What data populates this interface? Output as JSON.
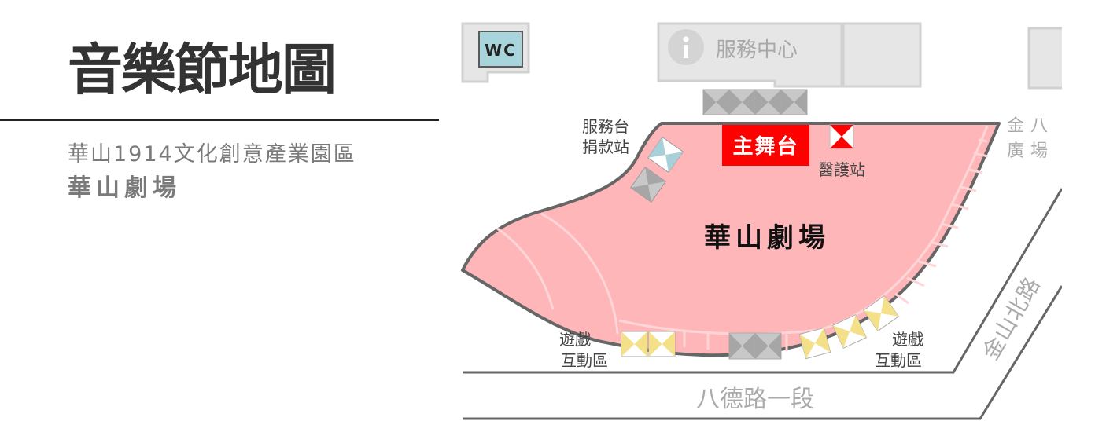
{
  "header": {
    "title": "音樂節地圖",
    "subtitle": "華山1914文化創意產業園區",
    "venue": "華山劇場"
  },
  "map": {
    "colors": {
      "venue_fill": "#ffb6b8",
      "outline": "#666666",
      "building": "#e6e6e6",
      "building_border": "#cfcfcf",
      "main_stage": "#ff0000",
      "wc_box": "#a8d4dc",
      "booth_yellow": "#f5e08a",
      "booth_gray": "#a8a8a8",
      "booth_blue": "#a8d0d8",
      "street_text": "#aaaaaa"
    },
    "wc_label": "WC",
    "service_center": {
      "icon": "info-icon",
      "icon_glyph": "i",
      "label": "服務中心"
    },
    "venue_label": "華山劇場",
    "main_stage_label": "主舞台",
    "medical_station_label": "醫護站",
    "service_desk_label_line1": "服務台",
    "service_desk_label_line2": "捐款站",
    "game_zone_left_line1": "遊戲",
    "game_zone_left_line2": "互動區",
    "game_zone_right_line1": "遊戲",
    "game_zone_right_line2": "互動區",
    "plaza_label_line1": "金八",
    "plaza_label_line2": "廣場",
    "street_bottom": "八德路一段",
    "street_right": "金山北路"
  }
}
